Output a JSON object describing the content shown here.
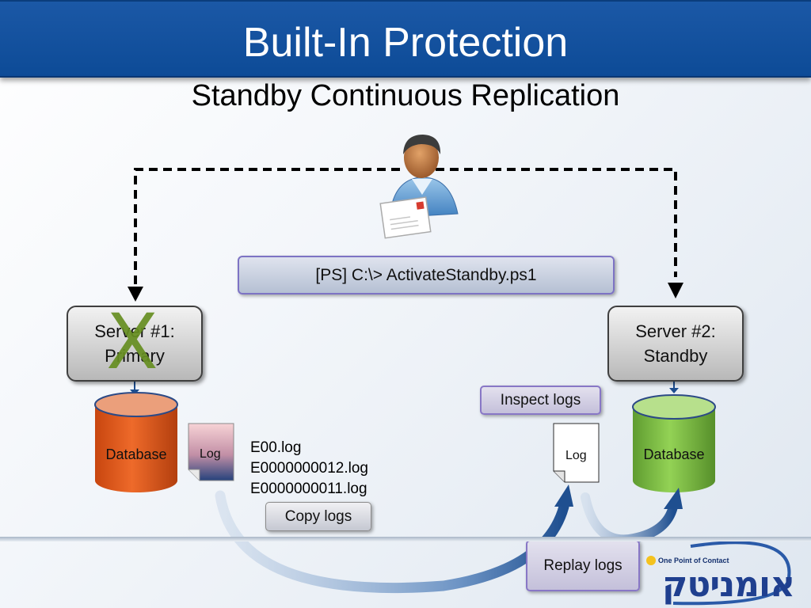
{
  "header": {
    "title": "Built-In Protection",
    "subtitle": "Standby Continuous Replication"
  },
  "command": {
    "text": "[PS] C:\\> ActivateStandby.ps1"
  },
  "primary": {
    "line1": "Server #1:",
    "line2": "Primary",
    "failed_mark": "X",
    "database_label": "Database",
    "log_label": "Log"
  },
  "log_files": [
    "E00.log",
    "E0000000012.log",
    "E0000000011.log"
  ],
  "actions": {
    "copy": "Copy logs",
    "inspect": "Inspect logs",
    "replay": "Replay logs"
  },
  "standby": {
    "line1": "Server #2:",
    "line2": "Standby",
    "database_label": "Database",
    "log_label": "Log"
  },
  "logo": {
    "tagline": "One Point of Contact",
    "wordmark": "אומניטק"
  },
  "colors": {
    "header_bg": "#0d4b97",
    "primary_db": "#e05a1e",
    "standby_db": "#7fc045",
    "failed_mark": "#668e21",
    "connector": "#1e4e8f"
  },
  "icons": [
    "admin-user-icon",
    "envelope-icon"
  ]
}
